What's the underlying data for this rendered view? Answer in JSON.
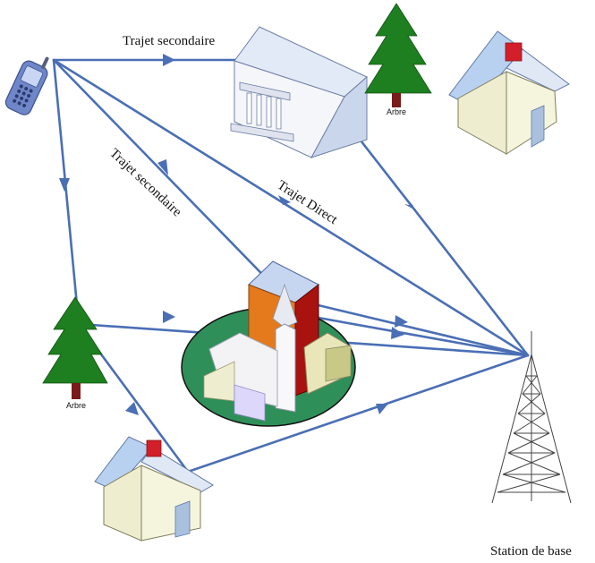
{
  "labels": {
    "path_secondary_top": "Trajet secondaire",
    "path_secondary_diag": "Trajet secondaire",
    "path_direct": "Trajet Direct",
    "tree_top": "Arbre",
    "tree_left": "Arbre",
    "base_station": "Station de base"
  },
  "colors": {
    "path_line": "#4a6fb5",
    "tree_green": "#1d7f1f",
    "trunk": "#7a1a1a",
    "house_wall": "#eeedcf",
    "roof": "#b9d1f0",
    "church_base": "#2f8f59"
  }
}
